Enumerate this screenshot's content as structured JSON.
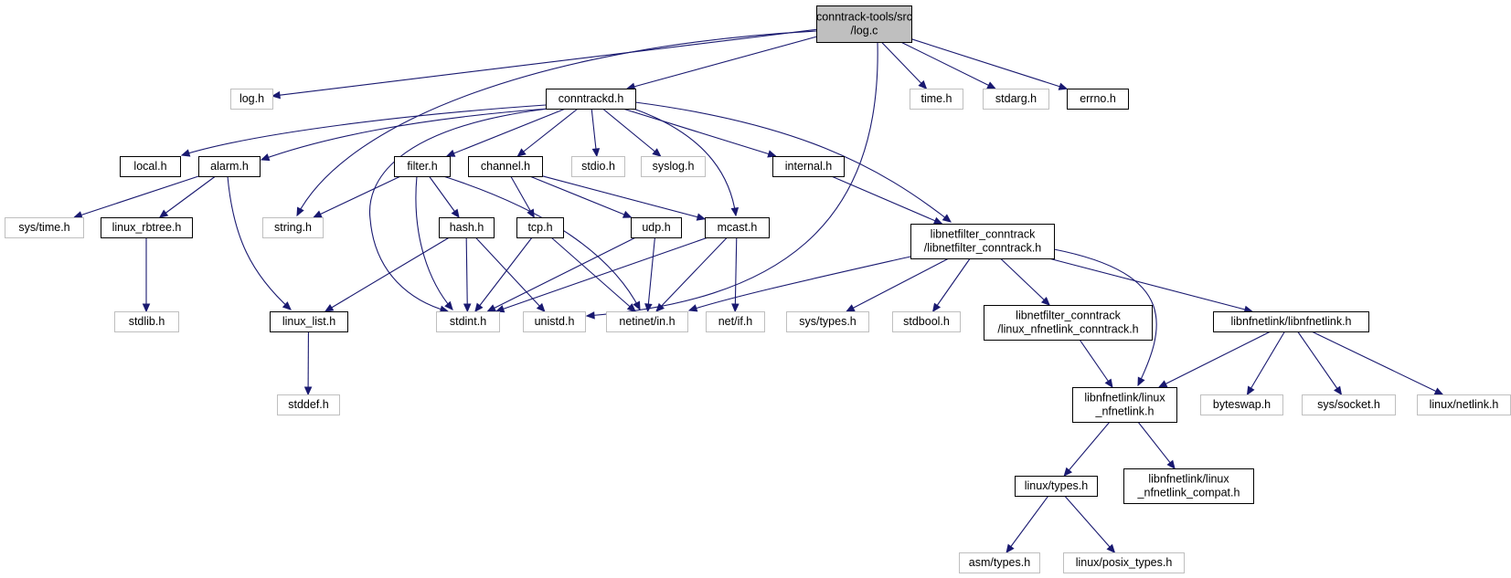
{
  "diagram": {
    "colors": {
      "edge": "#191970",
      "documented_border": "#000000",
      "external_border": "#bfbfbf",
      "root_fill": "#bfbfbf"
    },
    "nodes": [
      {
        "id": "root",
        "lines": [
          "conntrack-tools/src",
          "/log.c"
        ],
        "kind": "root"
      },
      {
        "id": "log_h",
        "lines": [
          "log.h"
        ],
        "kind": "ext"
      },
      {
        "id": "conntrackd_h",
        "lines": [
          "conntrackd.h"
        ],
        "kind": "doc"
      },
      {
        "id": "time_h",
        "lines": [
          "time.h"
        ],
        "kind": "ext"
      },
      {
        "id": "stdarg_h",
        "lines": [
          "stdarg.h"
        ],
        "kind": "ext"
      },
      {
        "id": "errno_h",
        "lines": [
          "errno.h"
        ],
        "kind": "doc"
      },
      {
        "id": "local_h",
        "lines": [
          "local.h"
        ],
        "kind": "doc"
      },
      {
        "id": "alarm_h",
        "lines": [
          "alarm.h"
        ],
        "kind": "doc"
      },
      {
        "id": "filter_h",
        "lines": [
          "filter.h"
        ],
        "kind": "doc"
      },
      {
        "id": "channel_h",
        "lines": [
          "channel.h"
        ],
        "kind": "doc"
      },
      {
        "id": "stdio_h",
        "lines": [
          "stdio.h"
        ],
        "kind": "ext"
      },
      {
        "id": "syslog_h",
        "lines": [
          "syslog.h"
        ],
        "kind": "ext"
      },
      {
        "id": "internal_h",
        "lines": [
          "internal.h"
        ],
        "kind": "doc"
      },
      {
        "id": "sys_time_h",
        "lines": [
          "sys/time.h"
        ],
        "kind": "ext"
      },
      {
        "id": "linux_rbtree_h",
        "lines": [
          "linux_rbtree.h"
        ],
        "kind": "doc"
      },
      {
        "id": "string_h",
        "lines": [
          "string.h"
        ],
        "kind": "ext"
      },
      {
        "id": "hash_h",
        "lines": [
          "hash.h"
        ],
        "kind": "doc"
      },
      {
        "id": "tcp_h",
        "lines": [
          "tcp.h"
        ],
        "kind": "doc"
      },
      {
        "id": "udp_h",
        "lines": [
          "udp.h"
        ],
        "kind": "doc"
      },
      {
        "id": "mcast_h",
        "lines": [
          "mcast.h"
        ],
        "kind": "doc"
      },
      {
        "id": "lnfct_h",
        "lines": [
          "libnetfilter_conntrack",
          "/libnetfilter_conntrack.h"
        ],
        "kind": "doc"
      },
      {
        "id": "stdlib_h",
        "lines": [
          "stdlib.h"
        ],
        "kind": "ext"
      },
      {
        "id": "linux_list_h",
        "lines": [
          "linux_list.h"
        ],
        "kind": "doc"
      },
      {
        "id": "stdint_h",
        "lines": [
          "stdint.h"
        ],
        "kind": "ext"
      },
      {
        "id": "unistd_h",
        "lines": [
          "unistd.h"
        ],
        "kind": "ext"
      },
      {
        "id": "netinet_in_h",
        "lines": [
          "netinet/in.h"
        ],
        "kind": "ext"
      },
      {
        "id": "net_if_h",
        "lines": [
          "net/if.h"
        ],
        "kind": "ext"
      },
      {
        "id": "sys_types_h",
        "lines": [
          "sys/types.h"
        ],
        "kind": "ext"
      },
      {
        "id": "stdbool_h",
        "lines": [
          "stdbool.h"
        ],
        "kind": "ext"
      },
      {
        "id": "lnfct_linux_h",
        "lines": [
          "libnetfilter_conntrack",
          "/linux_nfnetlink_conntrack.h"
        ],
        "kind": "doc"
      },
      {
        "id": "libnfnetlink_h",
        "lines": [
          "libnfnetlink/libnfnetlink.h"
        ],
        "kind": "doc"
      },
      {
        "id": "stddef_h",
        "lines": [
          "stddef.h"
        ],
        "kind": "ext"
      },
      {
        "id": "linux_nfnetlink_h",
        "lines": [
          "libnfnetlink/linux",
          "_nfnetlink.h"
        ],
        "kind": "doc"
      },
      {
        "id": "byteswap_h",
        "lines": [
          "byteswap.h"
        ],
        "kind": "ext"
      },
      {
        "id": "sys_socket_h",
        "lines": [
          "sys/socket.h"
        ],
        "kind": "ext"
      },
      {
        "id": "linux_netlink_h",
        "lines": [
          "linux/netlink.h"
        ],
        "kind": "ext"
      },
      {
        "id": "linux_types_h",
        "lines": [
          "linux/types.h"
        ],
        "kind": "doc"
      },
      {
        "id": "nfnetlink_compat_h",
        "lines": [
          "libnfnetlink/linux",
          "_nfnetlink_compat.h"
        ],
        "kind": "doc"
      },
      {
        "id": "asm_types_h",
        "lines": [
          "asm/types.h"
        ],
        "kind": "ext"
      },
      {
        "id": "posix_types_h",
        "lines": [
          "linux/posix_types.h"
        ],
        "kind": "ext"
      }
    ],
    "edges": [
      [
        "root",
        "log_h"
      ],
      [
        "root",
        "conntrackd_h"
      ],
      [
        "root",
        "time_h"
      ],
      [
        "root",
        "stdarg_h"
      ],
      [
        "root",
        "errno_h"
      ],
      [
        "root",
        "string_h"
      ],
      [
        "root",
        "unistd_h"
      ],
      [
        "conntrackd_h",
        "local_h"
      ],
      [
        "conntrackd_h",
        "alarm_h"
      ],
      [
        "conntrackd_h",
        "filter_h"
      ],
      [
        "conntrackd_h",
        "channel_h"
      ],
      [
        "conntrackd_h",
        "stdio_h"
      ],
      [
        "conntrackd_h",
        "syslog_h"
      ],
      [
        "conntrackd_h",
        "internal_h"
      ],
      [
        "conntrackd_h",
        "lnfct_h"
      ],
      [
        "conntrackd_h",
        "mcast_h"
      ],
      [
        "conntrackd_h",
        "stdint_h"
      ],
      [
        "alarm_h",
        "sys_time_h"
      ],
      [
        "alarm_h",
        "linux_rbtree_h"
      ],
      [
        "alarm_h",
        "linux_list_h"
      ],
      [
        "filter_h",
        "string_h"
      ],
      [
        "filter_h",
        "hash_h"
      ],
      [
        "filter_h",
        "stdint_h"
      ],
      [
        "filter_h",
        "netinet_in_h"
      ],
      [
        "channel_h",
        "tcp_h"
      ],
      [
        "channel_h",
        "udp_h"
      ],
      [
        "channel_h",
        "mcast_h"
      ],
      [
        "internal_h",
        "lnfct_h"
      ],
      [
        "linux_rbtree_h",
        "stdlib_h"
      ],
      [
        "hash_h",
        "linux_list_h"
      ],
      [
        "hash_h",
        "stdint_h"
      ],
      [
        "hash_h",
        "unistd_h"
      ],
      [
        "tcp_h",
        "stdint_h"
      ],
      [
        "tcp_h",
        "netinet_in_h"
      ],
      [
        "udp_h",
        "stdint_h"
      ],
      [
        "udp_h",
        "netinet_in_h"
      ],
      [
        "mcast_h",
        "stdint_h"
      ],
      [
        "mcast_h",
        "netinet_in_h"
      ],
      [
        "mcast_h",
        "net_if_h"
      ],
      [
        "lnfct_h",
        "netinet_in_h"
      ],
      [
        "lnfct_h",
        "sys_types_h"
      ],
      [
        "lnfct_h",
        "stdbool_h"
      ],
      [
        "lnfct_h",
        "lnfct_linux_h"
      ],
      [
        "lnfct_h",
        "libnfnetlink_h"
      ],
      [
        "lnfct_h",
        "linux_nfnetlink_h"
      ],
      [
        "linux_list_h",
        "stddef_h"
      ],
      [
        "lnfct_linux_h",
        "linux_nfnetlink_h"
      ],
      [
        "libnfnetlink_h",
        "linux_nfnetlink_h"
      ],
      [
        "libnfnetlink_h",
        "byteswap_h"
      ],
      [
        "libnfnetlink_h",
        "sys_socket_h"
      ],
      [
        "libnfnetlink_h",
        "linux_netlink_h"
      ],
      [
        "linux_nfnetlink_h",
        "linux_types_h"
      ],
      [
        "linux_nfnetlink_h",
        "nfnetlink_compat_h"
      ],
      [
        "linux_types_h",
        "asm_types_h"
      ],
      [
        "linux_types_h",
        "posix_types_h"
      ]
    ]
  }
}
